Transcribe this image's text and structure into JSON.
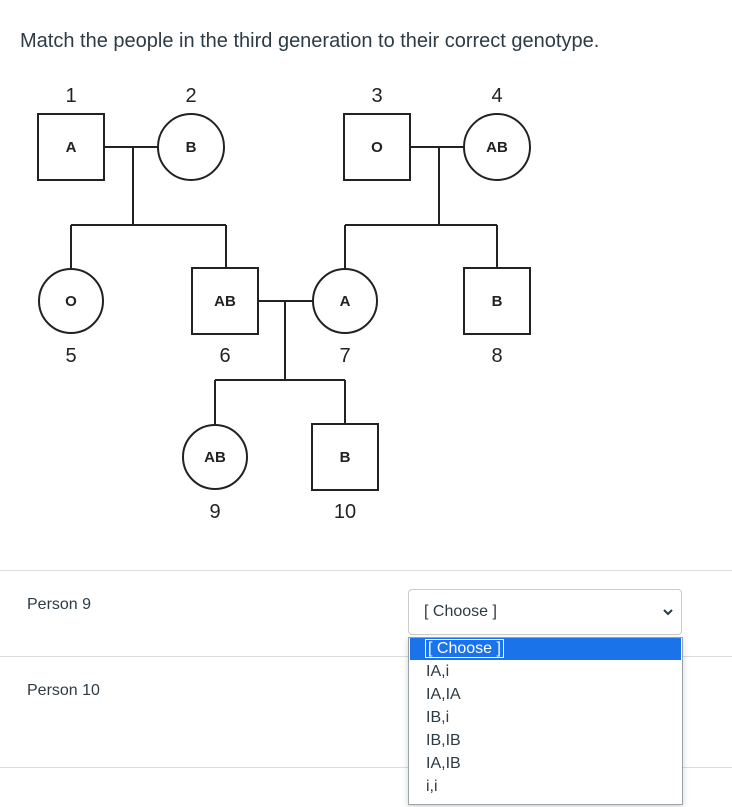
{
  "question": {
    "text": "Match the people in the third generation to their correct genotype."
  },
  "pedigree": {
    "people": [
      {
        "number": "1",
        "shape": "square",
        "genotype": "A"
      },
      {
        "number": "2",
        "shape": "circle",
        "genotype": "B"
      },
      {
        "number": "3",
        "shape": "square",
        "genotype": "O"
      },
      {
        "number": "4",
        "shape": "circle",
        "genotype": "AB"
      },
      {
        "number": "5",
        "shape": "circle",
        "genotype": "O"
      },
      {
        "number": "6",
        "shape": "square",
        "genotype": "AB"
      },
      {
        "number": "7",
        "shape": "circle",
        "genotype": "A"
      },
      {
        "number": "8",
        "shape": "square",
        "genotype": "B"
      },
      {
        "number": "9",
        "shape": "circle",
        "genotype": "AB"
      },
      {
        "number": "10",
        "shape": "square",
        "genotype": "B"
      }
    ]
  },
  "matches": [
    {
      "label": "Person 9",
      "selected": "[ Choose ]"
    },
    {
      "label": "Person 10"
    }
  ],
  "dropdown": {
    "options": [
      "[ Choose ]",
      "IA,i",
      "IA,IA",
      "IB,i",
      "IB,IB",
      "IA,IB",
      "i,i"
    ],
    "highlighted_index": 0
  },
  "colors": {
    "highlight": "#1a73e8",
    "text": "#2d3b45",
    "divider": "#d9dde0"
  }
}
